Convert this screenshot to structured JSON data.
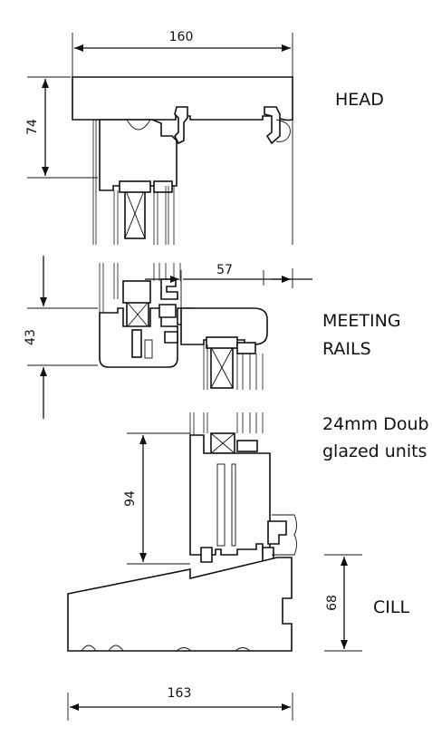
{
  "dimensions": {
    "head_width": "160",
    "head_height": "74",
    "meeting_offset": "57",
    "meeting_height": "43",
    "cill_height_left": "94",
    "cill_height_right": "68",
    "cill_width": "163"
  },
  "labels": {
    "head": "HEAD",
    "meeting_line1": "MEETING",
    "meeting_line2": "RAILS",
    "glazing_line1": "24mm Doub",
    "glazing_line2": "glazed units",
    "cill": "CILL"
  },
  "colors": {
    "line": "#111111",
    "background": "#ffffff"
  }
}
